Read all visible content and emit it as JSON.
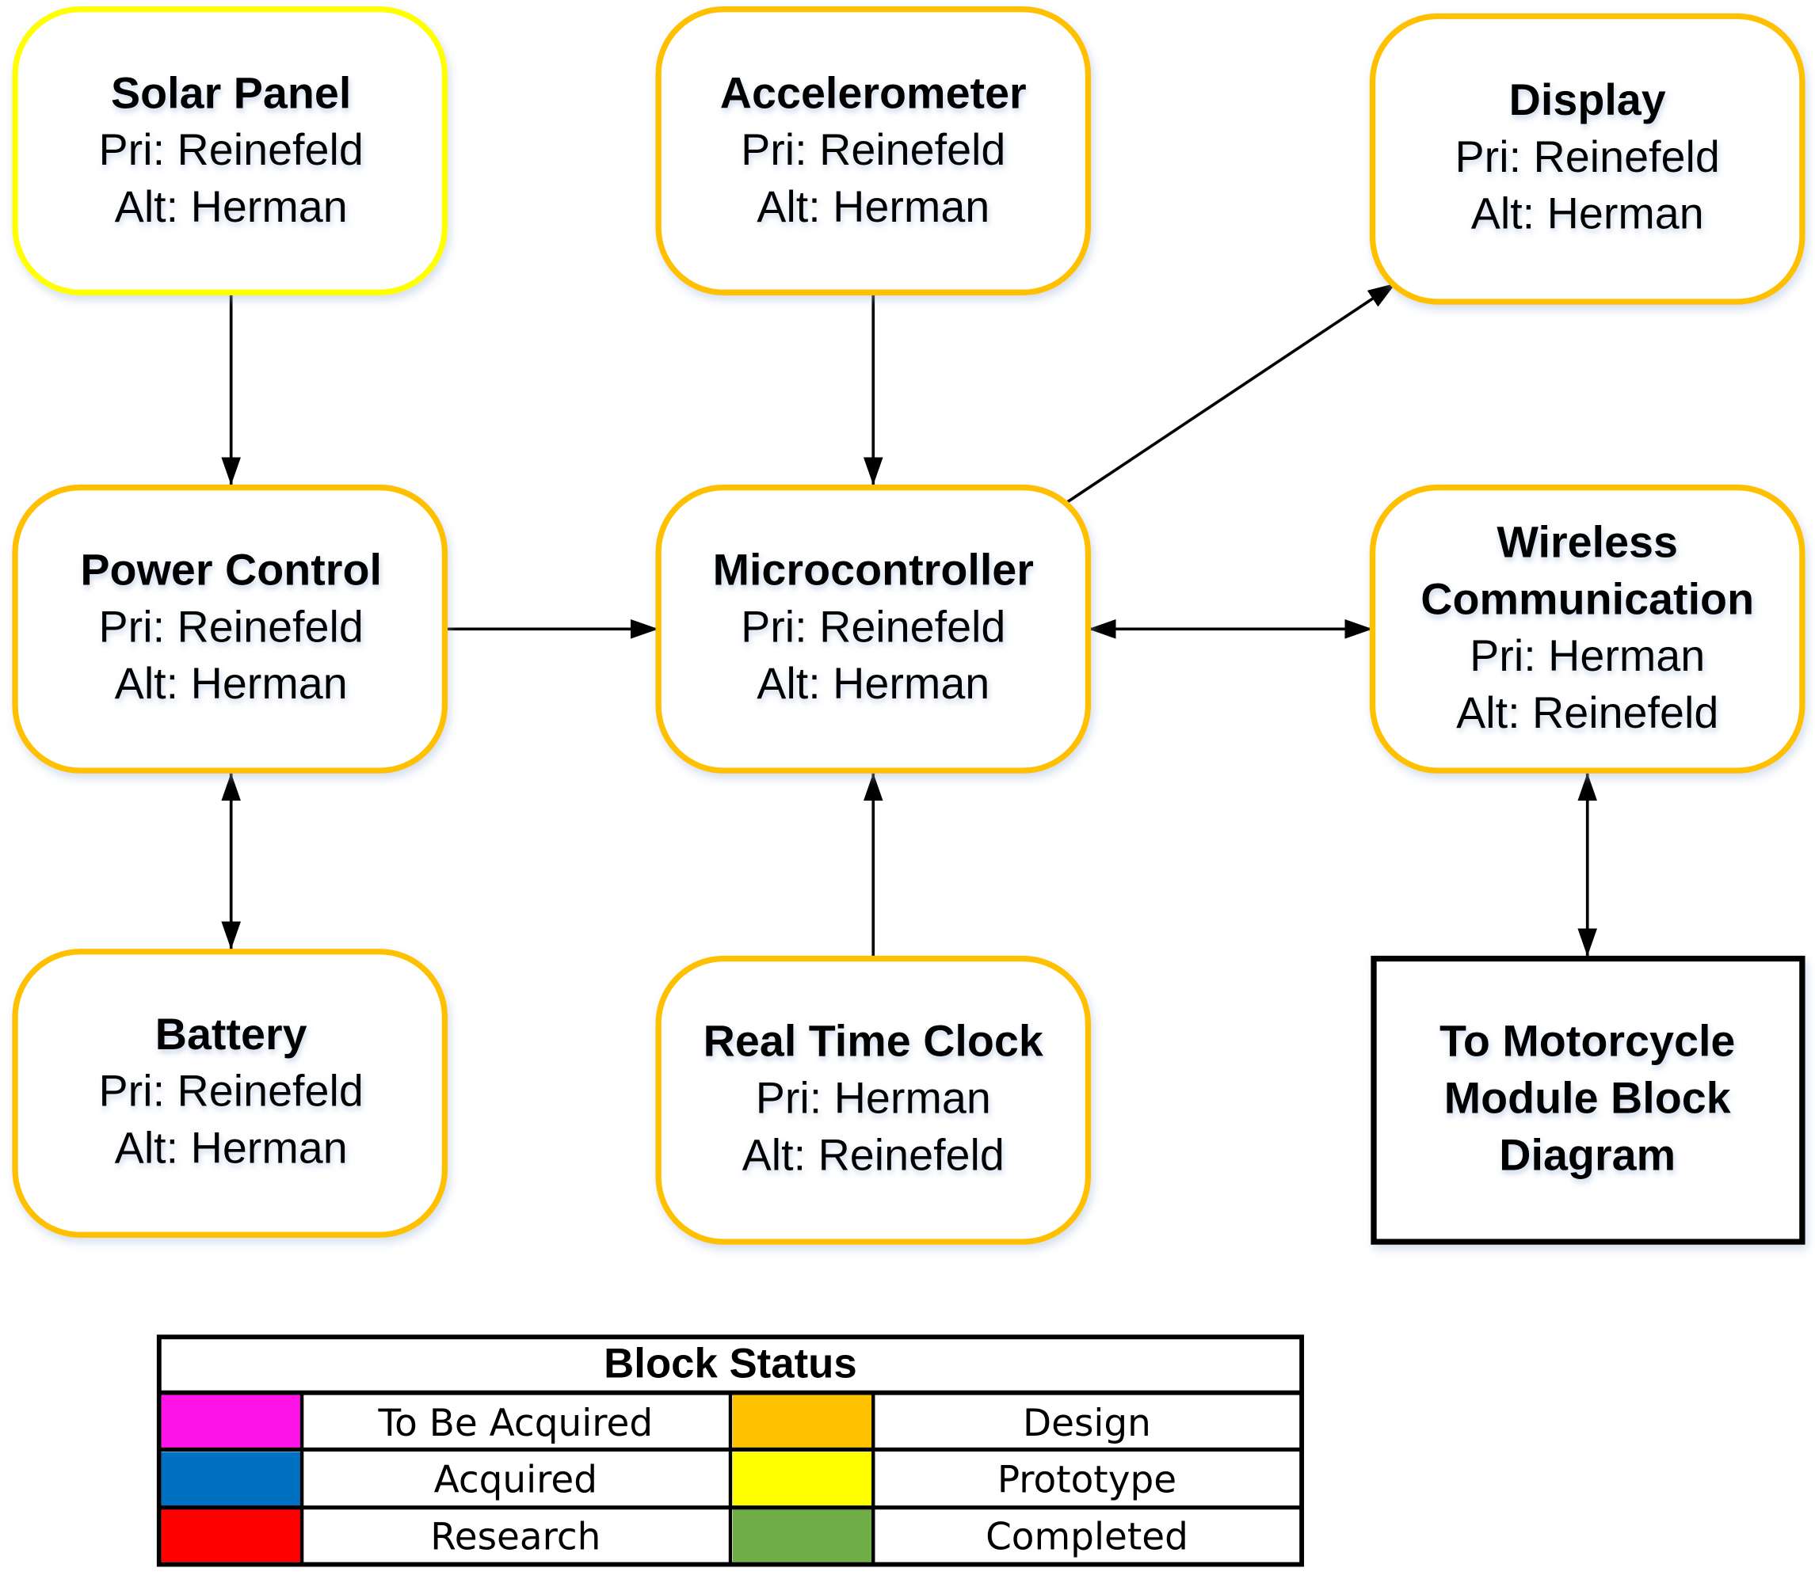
{
  "colors": {
    "design": "#FFC000",
    "prototype": "#FFFF00",
    "to_be_acquired": "#FF14E8",
    "acquired": "#0070C0",
    "research": "#FF0000",
    "completed": "#70AD47",
    "external": "#000000"
  },
  "blocks": [
    {
      "id": "solar-panel",
      "status": "prototype",
      "lines": [
        "Solar Panel"
      ],
      "pri": "Pri: Reinefeld",
      "alt": "Alt: Herman"
    },
    {
      "id": "accelerometer",
      "status": "design",
      "lines": [
        "Accelerometer"
      ],
      "pri": "Pri: Reinefeld",
      "alt": "Alt: Herman"
    },
    {
      "id": "display",
      "status": "design",
      "lines": [
        "Display"
      ],
      "pri": "Pri: Reinefeld",
      "alt": "Alt: Herman"
    },
    {
      "id": "power-control",
      "status": "design",
      "lines": [
        "Power Control"
      ],
      "pri": "Pri: Reinefeld",
      "alt": "Alt: Herman"
    },
    {
      "id": "microcontroller",
      "status": "design",
      "lines": [
        "Microcontroller"
      ],
      "pri": "Pri: Reinefeld",
      "alt": "Alt: Herman"
    },
    {
      "id": "wireless-communication",
      "status": "design",
      "lines": [
        "Wireless",
        "Communication"
      ],
      "pri": "Pri: Herman",
      "alt": "Alt: Reinefeld"
    },
    {
      "id": "battery",
      "status": "design",
      "lines": [
        "Battery"
      ],
      "pri": "Pri: Reinefeld",
      "alt": "Alt: Herman"
    },
    {
      "id": "real-time-clock",
      "status": "design",
      "lines": [
        "Real Time Clock"
      ],
      "pri": "Pri: Herman",
      "alt": "Alt: Reinefeld"
    },
    {
      "id": "to-motorcycle-module",
      "status": "external",
      "lines": [
        "To Motorcycle",
        "Module Block",
        "Diagram"
      ]
    }
  ],
  "connections": [
    {
      "from": "solar-panel",
      "to": "power-control",
      "direction": "one-way"
    },
    {
      "from": "accelerometer",
      "to": "microcontroller",
      "direction": "one-way"
    },
    {
      "from": "microcontroller",
      "to": "display",
      "direction": "one-way"
    },
    {
      "from": "power-control",
      "to": "microcontroller",
      "direction": "one-way"
    },
    {
      "from": "microcontroller",
      "to": "wireless-communication",
      "direction": "two-way"
    },
    {
      "from": "power-control",
      "to": "battery",
      "direction": "two-way"
    },
    {
      "from": "real-time-clock",
      "to": "microcontroller",
      "direction": "one-way"
    },
    {
      "from": "wireless-communication",
      "to": "to-motorcycle-module",
      "direction": "two-way"
    }
  ],
  "legend": {
    "title": "Block Status",
    "items": [
      {
        "label": "To Be Acquired",
        "color": "#FF14E8"
      },
      {
        "label": "Design",
        "color": "#FFC000"
      },
      {
        "label": "Acquired",
        "color": "#0070C0"
      },
      {
        "label": "Prototype",
        "color": "#FFFF00"
      },
      {
        "label": "Research",
        "color": "#FF0000"
      },
      {
        "label": "Completed",
        "color": "#70AD47"
      }
    ]
  }
}
